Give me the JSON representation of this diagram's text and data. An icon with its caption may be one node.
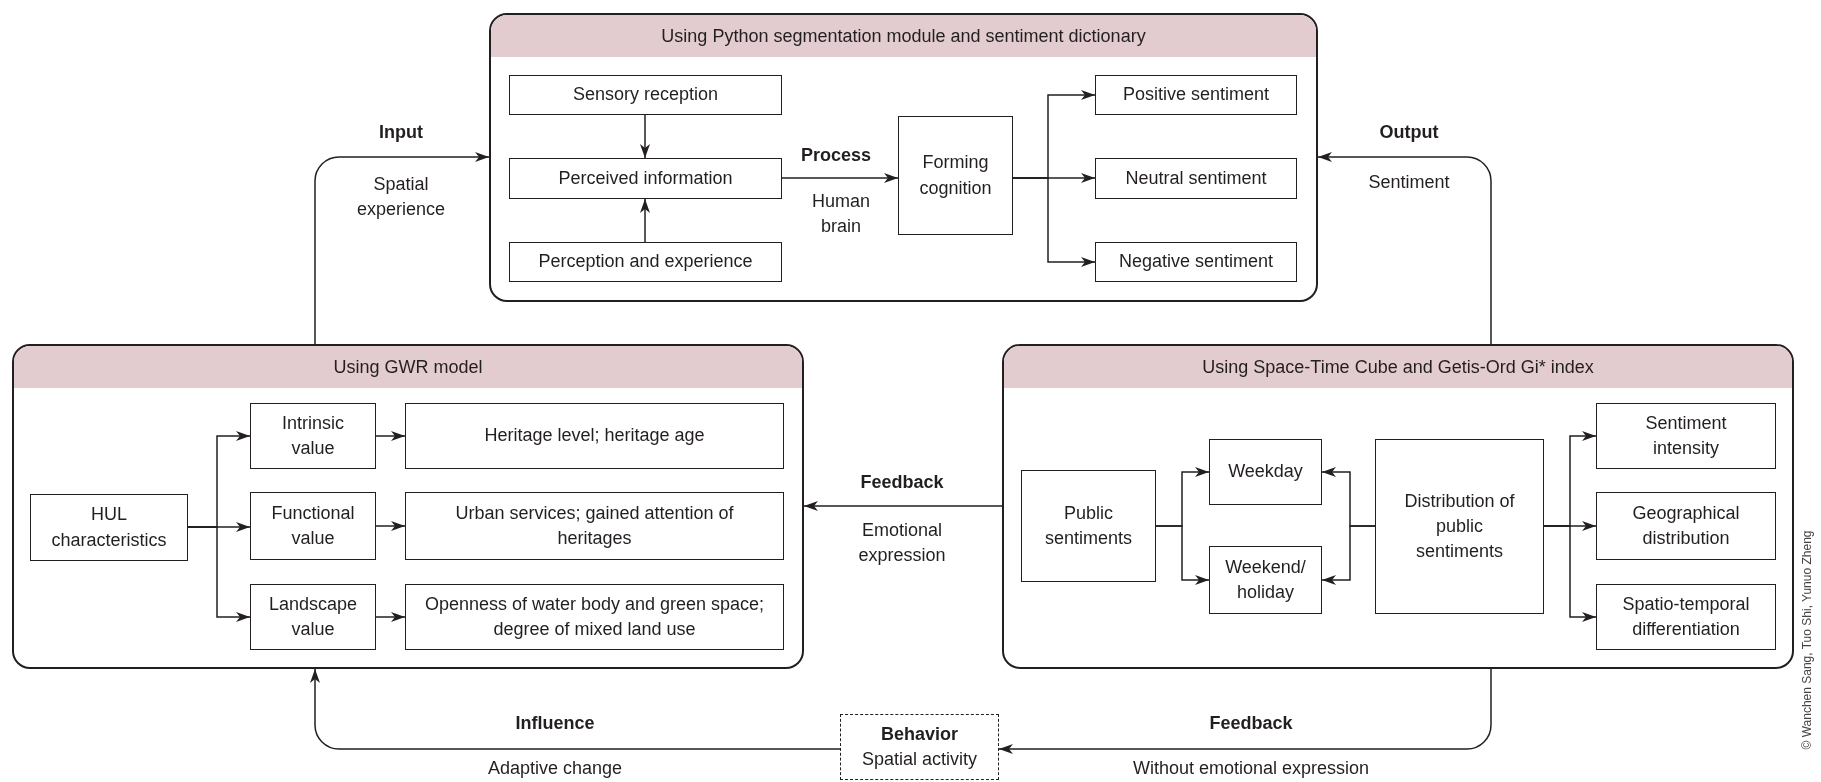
{
  "diagram": {
    "nodes": [
      {
        "text": [
          "Using Python segmentation module and sentiment dictionary"
        ]
      },
      {
        "text": [
          "Sensory reception"
        ],
        "in": 0
      },
      {
        "text": [
          "Perceived information"
        ],
        "in": 0
      },
      {
        "text": [
          "Perception and experience"
        ],
        "in": 0
      },
      {
        "text": [
          "Forming cognition"
        ],
        "in": 0
      },
      {
        "text": [
          "Positive sentiment"
        ],
        "in": 0
      },
      {
        "text": [
          "Neutral sentiment"
        ],
        "in": 0
      },
      {
        "text": [
          "Negative sentiment"
        ],
        "in": 0
      },
      {
        "text": [
          "Using GWR model"
        ]
      },
      {
        "text": [
          "HUL characteristics"
        ],
        "in": 8
      },
      {
        "text": [
          "Intrinsic value"
        ],
        "in": 8
      },
      {
        "text": [
          "Heritage level; heritage age"
        ],
        "in": 8
      },
      {
        "text": [
          "Functional value"
        ],
        "in": 8
      },
      {
        "text": [
          "Urban services; gained attention of heritages"
        ],
        "in": 8
      },
      {
        "text": [
          "Landscape value"
        ],
        "in": 8
      },
      {
        "text": [
          "Openness of water body and green space; degree of mixed land use"
        ],
        "in": 8
      },
      {
        "text": [
          "Using Space-Time Cube and Getis-Ord Gi* index"
        ]
      },
      {
        "text": [
          "Public sentiments"
        ],
        "in": 16
      },
      {
        "text": [
          "Weekday"
        ],
        "in": 16
      },
      {
        "text": [
          "Weekend/ holiday"
        ],
        "in": 16
      },
      {
        "text": [
          "Distribution of public sentiments"
        ],
        "in": 16
      },
      {
        "text": [
          "Sentiment intensity"
        ],
        "in": 16
      },
      {
        "text": [
          "Geographical distribution"
        ],
        "in": 16
      },
      {
        "text": [
          "Spatio-temporal differentiation"
        ],
        "in": 16
      },
      {
        "text": [
          "Behavior",
          "Spatial activity"
        ]
      }
    ],
    "edges": [
      {
        "from": 8,
        "to": 0,
        "arrow": "to",
        "label": "Input"
      },
      {
        "from": 16,
        "to": 0,
        "arrow": "to",
        "label": "Output"
      },
      {
        "from": 1,
        "to": 2,
        "arrow": "to"
      },
      {
        "from": 3,
        "to": 2,
        "arrow": "to"
      },
      {
        "from": 2,
        "to": 4,
        "arrow": "to",
        "label": "Process"
      },
      {
        "from": 4,
        "to": 5,
        "arrow": "to"
      },
      {
        "from": 4,
        "to": 6,
        "arrow": "to"
      },
      {
        "from": 4,
        "to": 7,
        "arrow": "to"
      },
      {
        "from": 16,
        "to": 8,
        "arrow": "to",
        "label": "Feedback"
      },
      {
        "from": 9,
        "to": 10,
        "arrow": "to"
      },
      {
        "from": 9,
        "to": 12,
        "arrow": "to"
      },
      {
        "from": 9,
        "to": 14,
        "arrow": "to"
      },
      {
        "from": 10,
        "to": 11,
        "arrow": "to"
      },
      {
        "from": 12,
        "to": 13,
        "arrow": "to"
      },
      {
        "from": 14,
        "to": 15,
        "arrow": "to"
      },
      {
        "from": 17,
        "to": 18,
        "arrow": "to"
      },
      {
        "from": 17,
        "to": 19,
        "arrow": "to"
      },
      {
        "from": 20,
        "to": 18,
        "arrow": "to"
      },
      {
        "from": 20,
        "to": 19,
        "arrow": "to"
      },
      {
        "from": 20,
        "to": 21,
        "arrow": "to"
      },
      {
        "from": 20,
        "to": 22,
        "arrow": "to"
      },
      {
        "from": 20,
        "to": 23,
        "arrow": "to"
      },
      {
        "from": 16,
        "to": 24,
        "arrow": "to",
        "label": "Feedback"
      },
      {
        "from": 24,
        "to": 8,
        "arrow": "to",
        "label": "Influence"
      }
    ],
    "labels": [
      "Spatial experience",
      "Human brain",
      "Sentiment",
      "Emotional expression",
      "Adaptive change",
      "Without emotional expression",
      "© Wanchen Sang, Tuo Shi, Yunuo Zheng"
    ]
  }
}
